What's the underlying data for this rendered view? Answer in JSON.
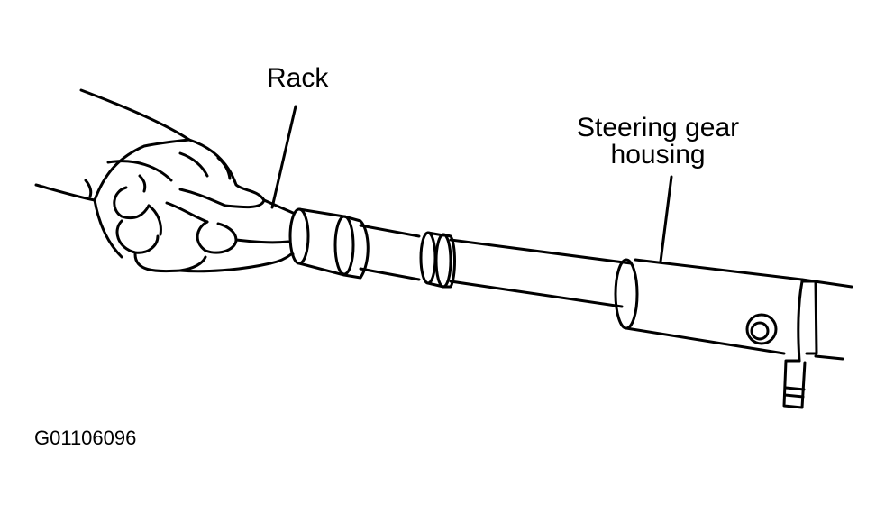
{
  "labels": {
    "rack": "Rack",
    "housing_line1": "Steering gear",
    "housing_line2": "housing"
  },
  "figure_code": "G01106096",
  "colors": {
    "ink": "#000000",
    "paper": "#ffffff"
  }
}
